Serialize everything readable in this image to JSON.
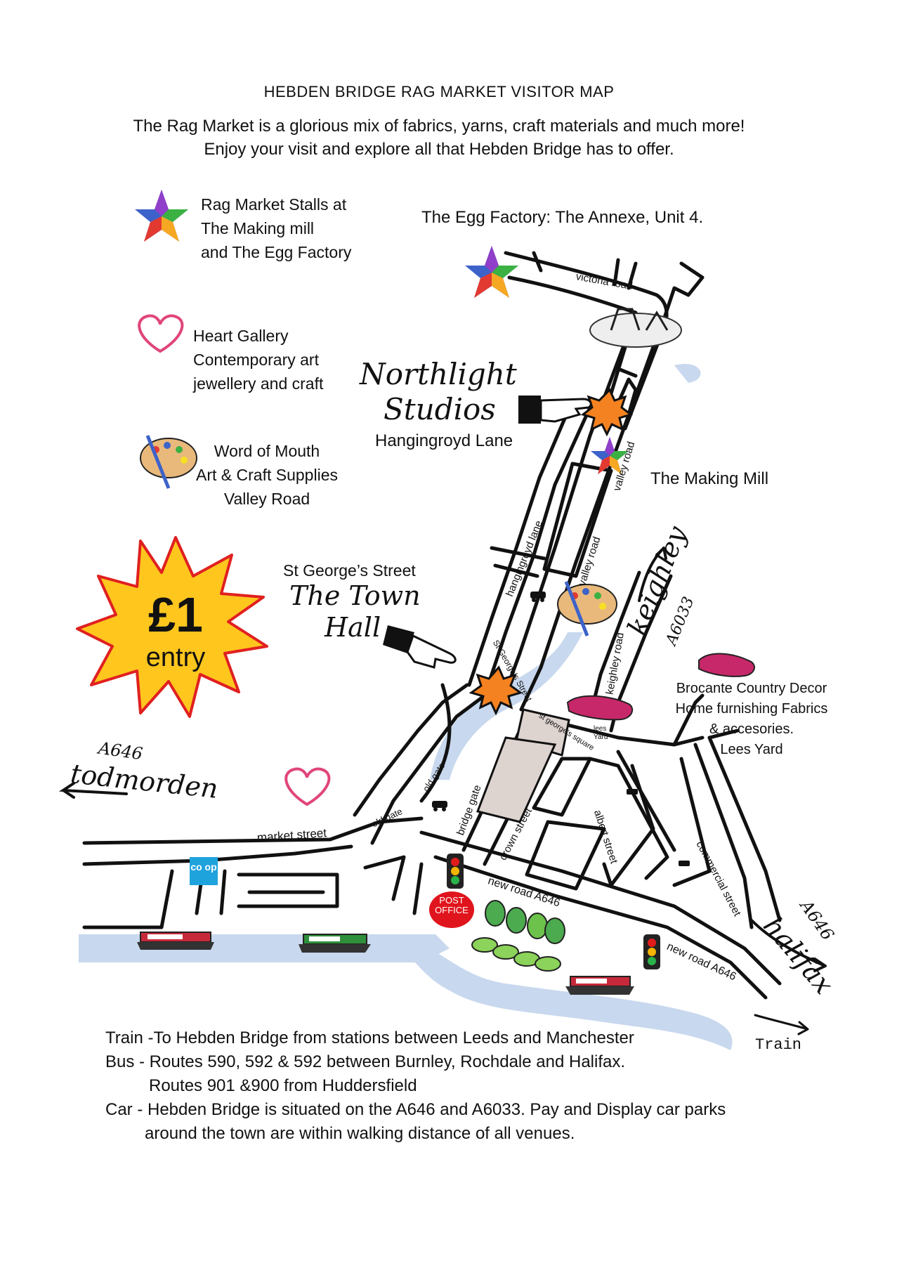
{
  "header": {
    "title": "HEBDEN BRIDGE RAG MARKET VISITOR MAP",
    "intro_line1": "The Rag Market is a glorious mix of fabrics, yarns, craft materials and much more!",
    "intro_line2": "Enjoy your visit and explore all that Hebden Bridge has to offer."
  },
  "legend": {
    "stalls_line1": "Rag Market Stalls  at",
    "stalls_line2": "The Making mill",
    "stalls_line3": "and The Egg Factory",
    "heart_line1": "Heart Gallery",
    "heart_line2": "Contemporary art",
    "heart_line3": "jewellery and craft",
    "wom_line1": "Word of Mouth",
    "wom_line2": "Art & Craft Supplies",
    "wom_line3": "Valley Road"
  },
  "places": {
    "egg_factory": "The Egg Factory: The Annexe, Unit 4.",
    "northlight_1": "Northlight",
    "northlight_2": "Studios",
    "hangingroyd_lane_label": "Hangingroyd Lane",
    "making_mill": "The Making Mill",
    "st_georges_street_label": "St George’s Street",
    "town_hall_1": "The Town",
    "town_hall_2": "Hall",
    "brocante_1": "Brocante Country Decor",
    "brocante_2": "Home furnishing Fabrics",
    "brocante_3": "& accesories.",
    "brocante_4": "Lees Yard",
    "post_office_1": "POST",
    "post_office_2": "OFFICE",
    "coop": "co op"
  },
  "entry": {
    "price": "£1",
    "label": "entry"
  },
  "roads": {
    "victoria_road": "victoria road",
    "valley_road_1": "valley road",
    "valley_road_2": "valley road",
    "hangingroyd_lane": "hangingroyd lane",
    "keighley_road": "keighley road",
    "st_georges_street": "St George’s Street",
    "st_georges_square": "st george’s square",
    "lees_yard": "lees Yard",
    "old_gate_1": "old gate",
    "old_gate_2": "old gate",
    "bridge_gate": "bridge gate",
    "crown_street": "crown street",
    "albert_street": "albert street",
    "commercial_street": "commercial street",
    "market_street": "market street",
    "new_road_1": "new road A646",
    "new_road_2": "new road A646"
  },
  "directions": {
    "todmorden_code": "A646",
    "todmorden": "todmorden",
    "keighley": "keighley",
    "keighley_code": "A6033",
    "halifax_code": "A646",
    "halifax": "halifax",
    "train": "Train"
  },
  "footer": {
    "train": "Train -To Hebden Bridge from stations between Leeds and Manchester",
    "bus1": "Bus - Routes 590, 592 & 592 between Burnley, Rochdale and Halifax.",
    "bus2": "Routes 901 &900 from Huddersfield",
    "car1": "Car - Hebden Bridge is situated on the A646 and A6033. Pay and Display car parks",
    "car2": "around the town are within walking distance of all venues."
  },
  "colors": {
    "river": "#c8d8ee",
    "starburst": "#ffc61e",
    "starburst_edge": "#e02020",
    "heart": "#e0457b",
    "post_office": "#e0141c",
    "coop": "#1fa3dd",
    "square": "#ddd3cf"
  }
}
